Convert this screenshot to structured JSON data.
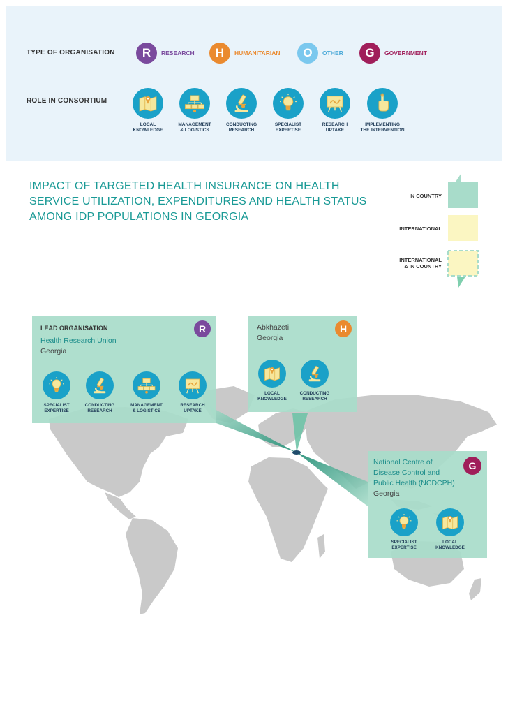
{
  "colors": {
    "research": "#7a4a9d",
    "humanitarian": "#ea8a2f",
    "other": "#7bc8ee",
    "government": "#a01e5a",
    "role_circle": "#1aa1c8",
    "in_country": "#a8dcca",
    "international": "#fbf6c2"
  },
  "legend": {
    "type_label": "TYPE OF ORGANISATION",
    "types": [
      {
        "letter": "R",
        "name": "RESEARCH"
      },
      {
        "letter": "H",
        "name": "HUMANITARIAN"
      },
      {
        "letter": "O",
        "name": "OTHER"
      },
      {
        "letter": "G",
        "name": "GOVERNMENT"
      }
    ],
    "role_label": "ROLE IN CONSORTIUM",
    "roles": [
      {
        "name": "LOCAL\nKNOWLEDGE",
        "icon": "map-icon"
      },
      {
        "name": "MANAGEMENT\n& LOGISTICS",
        "icon": "org-chart-icon"
      },
      {
        "name": "CONDUCTING\nRESEARCH",
        "icon": "microscope-icon"
      },
      {
        "name": "SPECIALIST\nEXPERTISE",
        "icon": "lightbulb-icon"
      },
      {
        "name": "RESEARCH\nUPTAKE",
        "icon": "presentation-icon"
      },
      {
        "name": "IMPLEMENTING\nTHE INTERVENTION",
        "icon": "hand-pointer-icon"
      }
    ]
  },
  "title": "IMPACT OF TARGETED HEALTH INSURANCE ON HEALTH SERVICE UTILIZATION, EXPENDITURES AND HEALTH STATUS AMONG IDP POPULATIONS IN GEORGIA",
  "location_legend": {
    "in_country": "IN COUNTRY",
    "international": "INTERNATIONAL",
    "both": "INTERNATIONAL\n& IN COUNTRY"
  },
  "cards": {
    "lead": {
      "heading": "LEAD ORGANISATION",
      "name": "Health Research Union",
      "country": "Georgia",
      "type": "R",
      "roles": [
        "SPECIALIST\nEXPERTISE",
        "CONDUCTING\nRESEARCH",
        "MANAGEMENT\n& LOGISTICS",
        "RESEARCH\nUPTAKE"
      ]
    },
    "abkhazeti": {
      "name": "Abkhazeti",
      "country": "Georgia",
      "type": "H",
      "roles": [
        "LOCAL\nKNOWLEDGE",
        "CONDUCTING\nRESEARCH"
      ]
    },
    "ncdc": {
      "name": "National Centre of\nDisease Control and\nPublic Health (NCDCPH)",
      "country": "Georgia",
      "type": "G",
      "roles": [
        "SPECIALIST\nEXPERTISE",
        "LOCAL\nKNOWLEDGE"
      ]
    }
  }
}
